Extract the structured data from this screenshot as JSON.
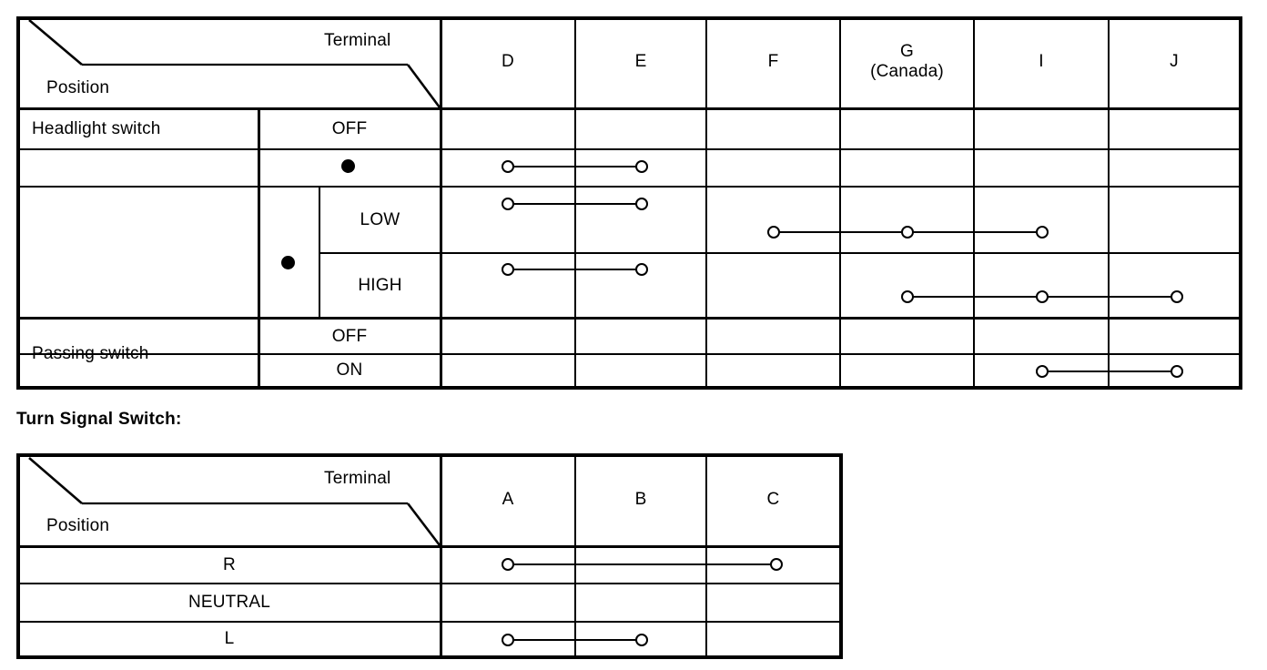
{
  "document": {
    "type": "switch-continuity-tables",
    "section_title": "Turn Signal Switch:"
  },
  "table1": {
    "name": "headlight-and-passing-switch-continuity-table",
    "corner": {
      "terminal_label": "Terminal",
      "position_label": "Position"
    },
    "columns": [
      {
        "id": "D",
        "label": "D"
      },
      {
        "id": "E",
        "label": "E"
      },
      {
        "id": "F",
        "label": "F"
      },
      {
        "id": "G",
        "label": "G\n(Canada)"
      },
      {
        "id": "I",
        "label": "I"
      },
      {
        "id": "J",
        "label": "J"
      }
    ],
    "groups": [
      {
        "id": "headlight",
        "label": "Headlight switch"
      },
      {
        "id": "passing",
        "label": "Passing switch"
      }
    ],
    "rows": [
      {
        "id": "hl-off",
        "group": "headlight",
        "position": "OFF",
        "marker": null,
        "connections": []
      },
      {
        "id": "hl-dot",
        "group": "headlight",
        "position": "",
        "marker": "dot",
        "connections": [
          [
            "D",
            "E"
          ]
        ]
      },
      {
        "id": "hl-low",
        "group": "headlight",
        "position": "LOW",
        "marker": "dot",
        "connections": [
          [
            "D",
            "E"
          ],
          [
            "F",
            "G",
            "I"
          ]
        ]
      },
      {
        "id": "hl-high",
        "group": "headlight",
        "position": "HIGH",
        "marker": "dot",
        "connections": [
          [
            "D",
            "E"
          ],
          [
            "G",
            "I",
            "J"
          ]
        ]
      },
      {
        "id": "ps-off",
        "group": "passing",
        "position": "OFF",
        "marker": null,
        "connections": []
      },
      {
        "id": "ps-on",
        "group": "passing",
        "position": "ON",
        "marker": null,
        "connections": [
          [
            "I",
            "J"
          ]
        ]
      }
    ]
  },
  "table2": {
    "name": "turn-signal-switch-continuity-table",
    "corner": {
      "terminal_label": "Terminal",
      "position_label": "Position"
    },
    "columns": [
      {
        "id": "A",
        "label": "A"
      },
      {
        "id": "B",
        "label": "B"
      },
      {
        "id": "C",
        "label": "C"
      }
    ],
    "rows": [
      {
        "id": "ts-r",
        "position": "R",
        "connections": [
          [
            "A",
            "C"
          ]
        ]
      },
      {
        "id": "ts-neutral",
        "position": "NEUTRAL",
        "connections": []
      },
      {
        "id": "ts-l",
        "position": "L",
        "connections": [
          [
            "A",
            "B"
          ]
        ]
      }
    ]
  },
  "colors": {
    "ink": "#000000",
    "paper": "#ffffff"
  }
}
